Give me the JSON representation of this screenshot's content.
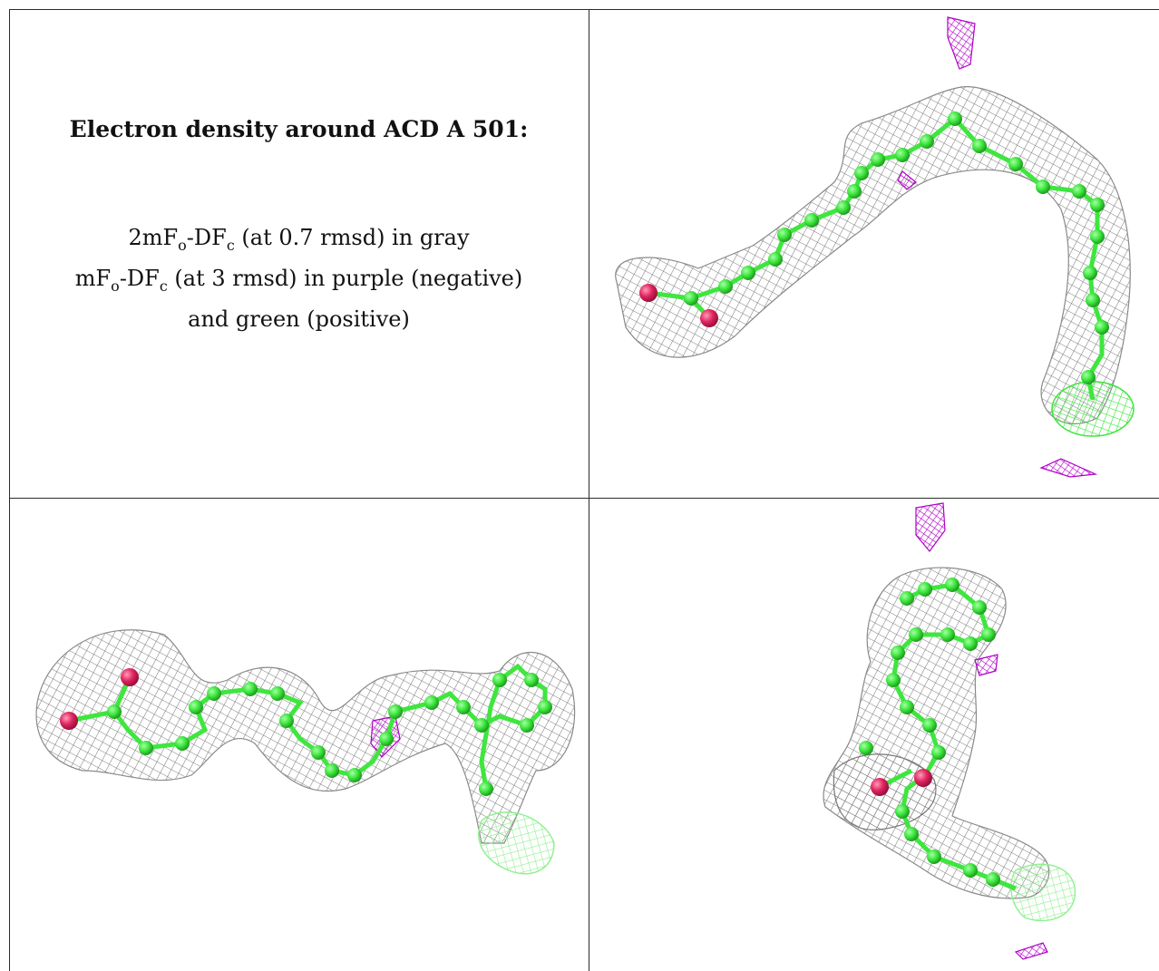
{
  "caption": {
    "title": "Electron density around ACD A 501:",
    "line1_prefix": "2mF",
    "line1_mid": "-DF",
    "line1_suffix": " (at 0.7 rmsd) in gray",
    "line2_prefix": "mF",
    "line2_mid": "-DF",
    "line2_suffix": " (at 3 rmsd) in purple (negative)",
    "line3": "and green (positive)",
    "sub_o": "o",
    "sub_c": "c"
  },
  "colors": {
    "density_2fofc": "#8a8a8a",
    "density_negative": "#b000c8",
    "density_positive": "#3ee63e",
    "carbon_atom": "#3ee63e",
    "oxygen_atom": "#e0245e",
    "border": "#2b2b2b"
  }
}
